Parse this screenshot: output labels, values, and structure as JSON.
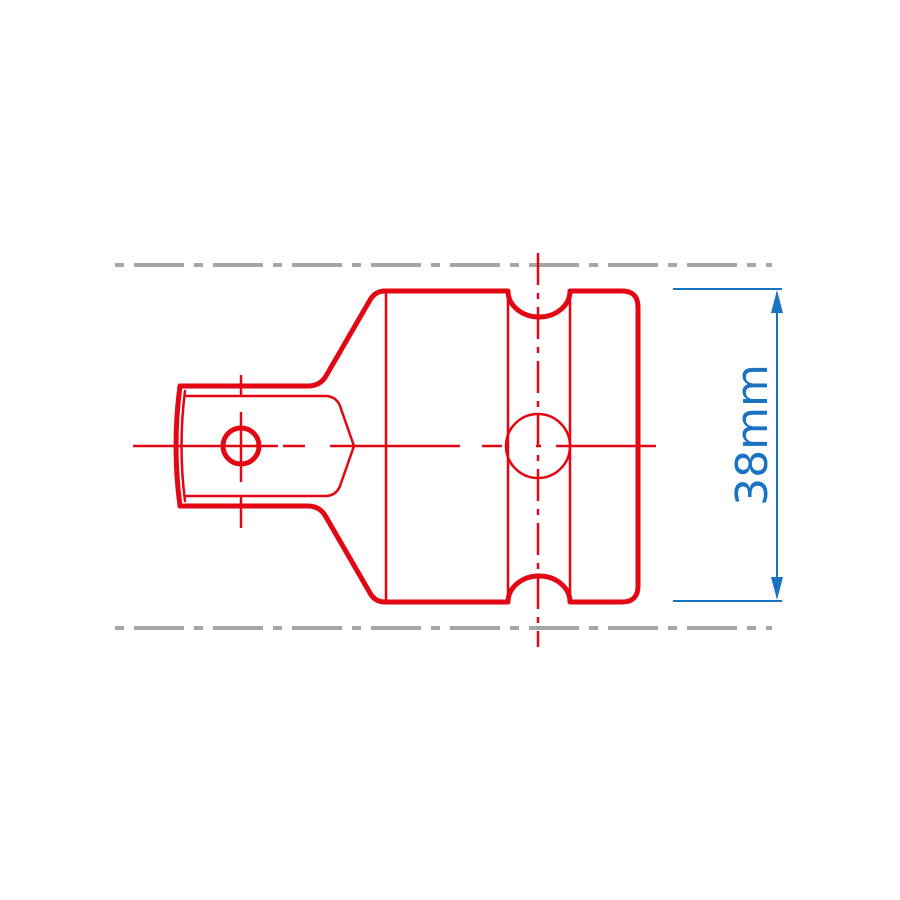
{
  "drawing": {
    "title": "Impact socket adapter technical drawing",
    "colors": {
      "outline": "#e30613",
      "dimension": "#1a73c1",
      "reference": "#a6a6a6",
      "background": "#ffffff"
    },
    "dimension": {
      "label": "38mm",
      "value": 38,
      "unit": "mm",
      "orientation": "vertical"
    },
    "parts": [
      {
        "name": "square-drive-tang"
      },
      {
        "name": "detent-hole"
      },
      {
        "name": "socket-body"
      },
      {
        "name": "retaining-ring-groove"
      },
      {
        "name": "pin-hole"
      }
    ]
  }
}
